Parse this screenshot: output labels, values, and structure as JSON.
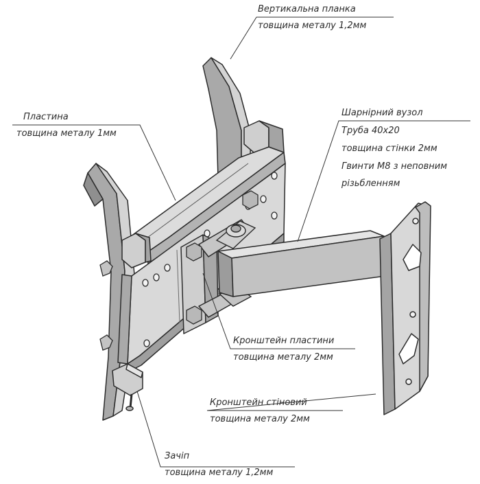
{
  "labels": {
    "vertical_bar": {
      "name": "Вертикальна планка",
      "detail": "товщина металу 1,2мм"
    },
    "plate": {
      "name": "Пластина",
      "detail": "товщина металу 1мм"
    },
    "hinge": {
      "name": "Шарнірний вузол",
      "lines": [
        "Труба 40х20",
        "товщина стінки 2мм",
        "Гвинти М8 з неповним",
        "різьбленням"
      ]
    },
    "plate_bracket": {
      "name": "Кронштейн пластини",
      "detail": "товщина металу 2мм"
    },
    "wall_bracket": {
      "name": "Кронштейн стіновий",
      "detail": "товщина металу 2мм"
    },
    "latch": {
      "name": "Зачіп",
      "detail": "товщина металу 1,2мм"
    }
  },
  "colors": {
    "metal_light": "#e2e2e2",
    "metal_mid": "#bdbdbd",
    "metal_dark": "#8f8f8f",
    "outline": "#2b2b2b",
    "leader": "#333333"
  }
}
